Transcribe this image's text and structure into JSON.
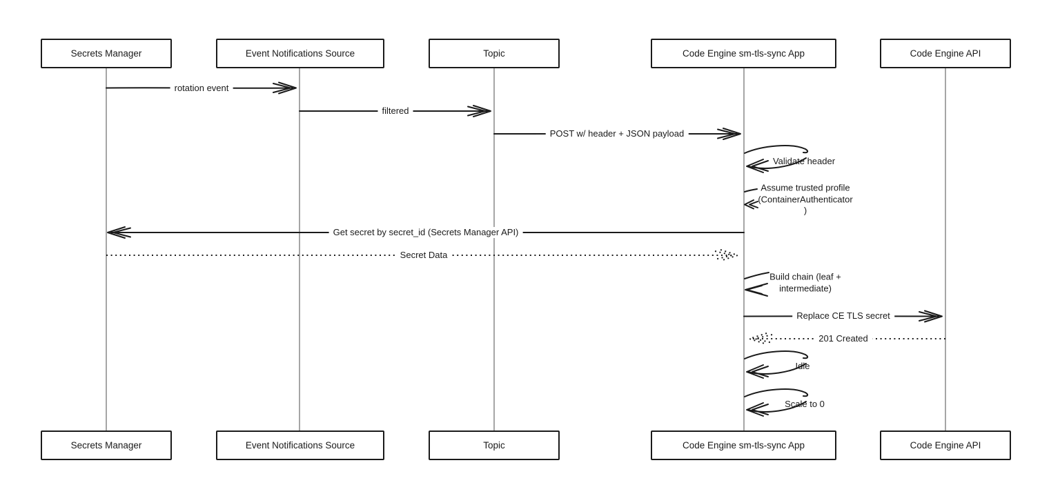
{
  "diagram": {
    "type": "sequence-diagram",
    "background_color": "#ffffff",
    "stroke_color": "#1a1a1a",
    "lifeline_color": "#9b9b9b",
    "actors": [
      {
        "name": "Secrets Manager"
      },
      {
        "name": "Event Notifications Source"
      },
      {
        "name": "Topic"
      },
      {
        "name": "Code Engine sm-tls-sync App"
      },
      {
        "name": "Code Engine API"
      }
    ],
    "messages": [
      {
        "label": "rotation event",
        "from": "Secrets Manager",
        "to": "Event Notifications Source",
        "line": "solid",
        "kind": "message"
      },
      {
        "label": "filtered",
        "from": "Event Notifications Source",
        "to": "Topic",
        "line": "solid",
        "kind": "message"
      },
      {
        "label": "POST w/ header + JSON payload",
        "from": "Topic",
        "to": "Code Engine sm-tls-sync App",
        "line": "solid",
        "kind": "message"
      },
      {
        "label": "Validate header",
        "from": "Code Engine sm-tls-sync App",
        "to": "Code Engine sm-tls-sync App",
        "line": "solid",
        "kind": "self"
      },
      {
        "label": "Assume trusted profile (ContainerAuthenticator )",
        "lines": [
          "Assume trusted profile",
          "(ContainerAuthenticator",
          ")"
        ],
        "from": "Code Engine sm-tls-sync App",
        "to": "Code Engine sm-tls-sync App",
        "line": "solid",
        "kind": "self"
      },
      {
        "label": "Get secret by secret_id (Secrets Manager API)",
        "from": "Code Engine sm-tls-sync App",
        "to": "Secrets Manager",
        "line": "solid",
        "kind": "message"
      },
      {
        "label": "Secret Data",
        "from": "Secrets Manager",
        "to": "Code Engine sm-tls-sync App",
        "line": "dotted",
        "kind": "reply"
      },
      {
        "label": "Build chain (leaf + intermediate)",
        "lines": [
          "Build chain (leaf +",
          "intermediate)"
        ],
        "from": "Code Engine sm-tls-sync App",
        "to": "Code Engine sm-tls-sync App",
        "line": "solid",
        "kind": "self"
      },
      {
        "label": "Replace CE TLS secret",
        "from": "Code Engine sm-tls-sync App",
        "to": "Code Engine API",
        "line": "solid",
        "kind": "message"
      },
      {
        "label": "201 Created",
        "from": "Code Engine API",
        "to": "Code Engine sm-tls-sync App",
        "line": "dotted",
        "kind": "reply"
      },
      {
        "label": "Idle",
        "from": "Code Engine sm-tls-sync App",
        "to": "Code Engine sm-tls-sync App",
        "line": "solid",
        "kind": "self"
      },
      {
        "label": "Scale to 0",
        "from": "Code Engine sm-tls-sync App",
        "to": "Code Engine sm-tls-sync App",
        "line": "solid",
        "kind": "self"
      }
    ]
  }
}
